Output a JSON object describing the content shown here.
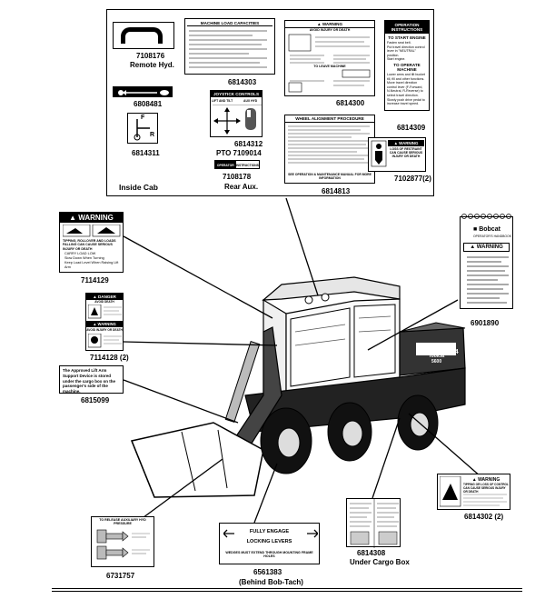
{
  "labels": {
    "remote_hyd": {
      "part": "7108176",
      "caption": "Remote Hyd."
    },
    "load_capacities": {
      "part": "6814303",
      "title": "MACHINE LOAD CAPACITIES"
    },
    "warning_cab": {
      "part": "6814300",
      "banner": "WARNING",
      "sub": "AVOID INJURY OR DEATH",
      "to_leave": "TO LEAVE MACHINE"
    },
    "operation": {
      "part": "6814309",
      "title": "OPERATION INSTRUCTIONS",
      "start_head": "TO START ENGINE",
      "start_1": "Fasten seat belt.",
      "start_2": "Put travel direction control lever in \"NEUTRAL\" position.",
      "start_3": "Start engine.",
      "op_head": "TO OPERATE MACHINE",
      "op_1": "Lower arms and tilt bucket till, fill and other functions.",
      "op_2": "Move travel direction control lever (F-Forward, N-Neutral, R-Reverse) to select travel direction.",
      "op_3": "Slowly push drive pedal to increase travel speed."
    },
    "rabbit_turtle": {
      "part": "6808481"
    },
    "joystick": {
      "part": "6814312",
      "pto": "PTO 7109014",
      "title": "JOYSTICK CONTROLS",
      "sub": "LIFT AND TILT",
      "sub2": "AUX HYD"
    },
    "frn": {
      "part": "6814311",
      "f": "F",
      "r": "R"
    },
    "inside_cab": "Inside Cab",
    "rear_aux": {
      "part": "7108178",
      "caption": "Rear Aux.",
      "left": "OPERATOR",
      "right": "INSTRUCTIONS"
    },
    "wheel_alignment": {
      "part": "6814813",
      "title": "WHEEL ALIGNMENT PROCEDURE",
      "footer": "SEE OPERATION & MAINTENANCE MANUAL FOR MORE INFORMATION"
    },
    "seatbelt_warning": {
      "part": "7102877(2)",
      "banner": "WARNING",
      "text": "LOSS OF RESTRAINT CAN CAUSE SERIOUS INJURY OR DEATH"
    },
    "rollover_warning": {
      "part": "7114129",
      "banner": "WARNING",
      "text": "TIPPING, ROLLOVER AND LOADS FALLING CAN CAUSE SERIOUS INJURY OR DEATH",
      "b1": "CARRY LOAD LOW",
      "b2": "Slow Down When Turning",
      "b3": "Keep Load Level When Raising Lift Arm"
    },
    "danger": {
      "part": "7114128 (2)",
      "banner": "DANGER",
      "banner2": "WARNING",
      "sub": "AVOID DEATH",
      "sub2": "AVOID INJURY OR DEATH"
    },
    "lift_arm_support": {
      "part": "6815099",
      "text": "The Approved Lift Arm Support Device is stored under the cargo box on the passenger's side of the machine."
    },
    "manual": {
      "part": "6901890",
      "brand": "Bobcat",
      "sub": "OPERATOR'S HANDBOOK",
      "banner": "WARNING"
    },
    "aux_pressure": {
      "part": "6731757",
      "title": "TO RELEASE AUXILIARY HYD PRESSURE"
    },
    "bob_tach": {
      "part": "6561383",
      "caption": "(Behind Bob-Tach)",
      "line1": "FULLY ENGAGE",
      "line2": "LOCKING LEVERS",
      "line3": "WEDGES MUST EXTEND THROUGH MOUNTING FRAME HOLES"
    },
    "cargo_box": {
      "part": "6814308",
      "caption": "Under Cargo Box"
    },
    "tipping": {
      "part": "6814302 (2)",
      "banner": "WARNING",
      "text": "TIPPING OR LOSS OF CONTROL CAN CAUSE SERIOUS INJURY OR DEATH"
    }
  },
  "machine": {
    "brand": "Toolcat",
    "model": "5600",
    "badge": "4x4"
  },
  "colors": {
    "ink": "#000000",
    "paper": "#ffffff",
    "shade": "#c8c8c8"
  }
}
